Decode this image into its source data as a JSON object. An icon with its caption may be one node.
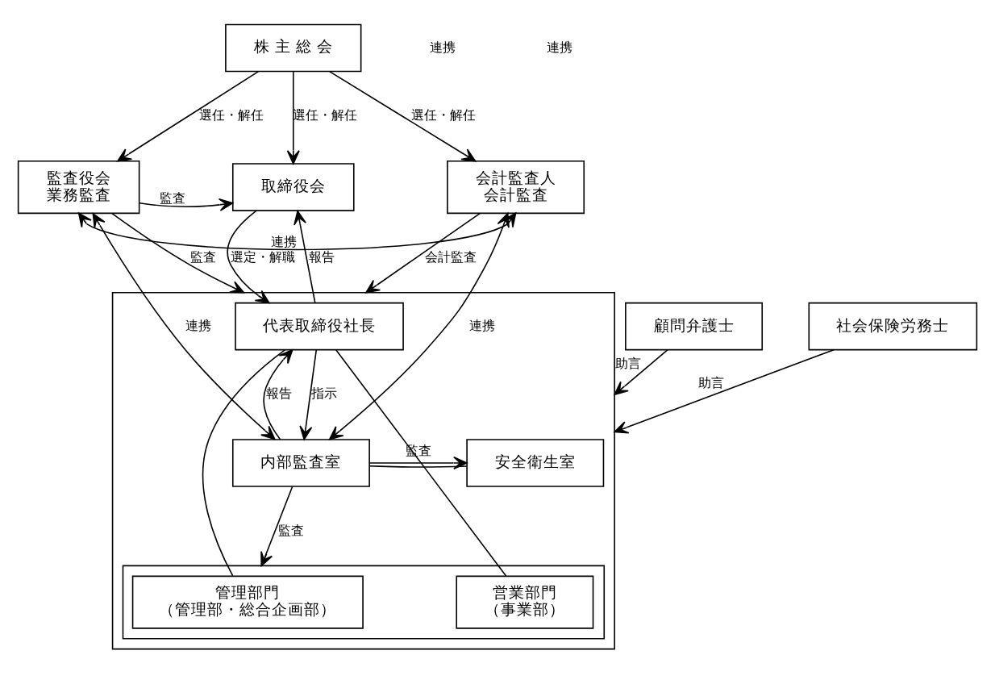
{
  "diagram": {
    "nodes": [
      {
        "text": [
          "株 主 総 会"
        ]
      },
      {
        "text": [
          "監査役会",
          "業務監査"
        ]
      },
      {
        "text": [
          "取締役会"
        ]
      },
      {
        "text": [
          "会計監査人",
          "会計監査"
        ]
      },
      {
        "text": [],
        "shape": "box"
      },
      {
        "text": [
          "代表取締役社長"
        ],
        "in": 4
      },
      {
        "text": [
          "内部監査室"
        ],
        "in": 4
      },
      {
        "text": [
          "安全衛生室"
        ],
        "in": 4
      },
      {
        "text": [],
        "shape": "box",
        "in": 4
      },
      {
        "text": [
          "管理部門",
          "（管理部・総合企画部）"
        ],
        "in": 8
      },
      {
        "text": [
          "営業部門",
          "（事業部）"
        ],
        "in": 8
      },
      {
        "text": [
          "顧問弁護士"
        ]
      },
      {
        "text": [
          "社会保険労務士"
        ]
      }
    ],
    "edges": [
      {
        "from": 0,
        "to": 1,
        "arrow": "to",
        "label": "選任・解任"
      },
      {
        "from": 0,
        "to": 2,
        "arrow": "to",
        "label": "選任・解任"
      },
      {
        "from": 0,
        "to": 3,
        "arrow": "to",
        "label": "選任・解任"
      },
      {
        "from": 1,
        "to": 2,
        "arrow": "to",
        "label": "監査"
      },
      {
        "from": 1,
        "to": 4,
        "arrow": "to",
        "label": "監査"
      },
      {
        "from": 1,
        "to": 6,
        "arrow": "both",
        "label": "連携"
      },
      {
        "from": 1,
        "to": 3,
        "arrow": "both",
        "label": "連携"
      },
      {
        "from": 3,
        "to": 6,
        "arrow": "both",
        "label": "連携"
      },
      {
        "from": 2,
        "to": 5,
        "arrow": "to",
        "label": "選定・解職"
      },
      {
        "from": 5,
        "to": 2,
        "arrow": "to",
        "label": "報告"
      },
      {
        "from": 3,
        "to": 4,
        "arrow": "to",
        "label": "会計監査"
      },
      {
        "from": 6,
        "to": 5,
        "arrow": "to",
        "label": "報告"
      },
      {
        "from": 5,
        "to": 6,
        "arrow": "to",
        "label": "指示"
      },
      {
        "from": 6,
        "to": 7,
        "arrow": "none"
      },
      {
        "from": 6,
        "to": 7,
        "arrow": "to",
        "label": "監査"
      },
      {
        "from": 6,
        "to": 8,
        "arrow": "to",
        "label": "監査"
      },
      {
        "from": 5,
        "to": 9,
        "arrow": "none"
      },
      {
        "from": 5,
        "to": 10,
        "arrow": "none"
      },
      {
        "from": 11,
        "to": 4,
        "arrow": "to",
        "label": "助言"
      },
      {
        "from": 12,
        "to": 4,
        "arrow": "to",
        "label": "助言"
      }
    ],
    "labels": [
      "連携",
      "連携"
    ]
  }
}
